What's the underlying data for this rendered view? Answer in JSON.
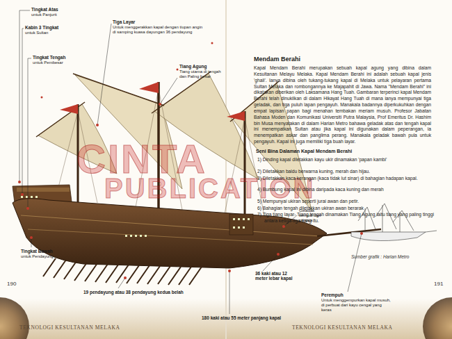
{
  "diagram": {
    "title": "Mendam Berahi",
    "labels": [
      "Tingkat Atas",
      "untuk Panjurit",
      "Kabin 3 Tingkat",
      "untuk Sultan",
      "Tingkat Tengah",
      "untuk Pembesar",
      "Tiga Layar",
      "Untuk menggerakkan kapal dengan tiupan angin di samping kuasa dayungan 36 pendayung",
      "Tiang Agung",
      "Tiang utama di tengah dan Paling besar",
      "Geladak kemudi dan penjaja",
      "Tingkat Bawah",
      "untuk Pendayung",
      "36 kaki atau 12 meter lebar kapal",
      "19 pendayung atau 38 pendayung kedua belah",
      "180 kaki atau 55 meter panjang kapal",
      "Perempuh",
      "Untuk menggempurkan kapal musuh, di perbuat dari kayu cengal yang keras",
      "190",
      "TEKNOLOGI KESULTANAN MELAKA",
      "CINTA",
      "PUBLICATION",
      "Kapal Mendam Berahi merupakan sebuah kapal agung yang dibina dalam Kesultanan Melayu Melaka. Kapal Mendam Berahi ini adalah sebuah kapal jenis 'ghali'. Ianya dibina oleh tukang-tukang kapal di Melaka untuk pelayaran pertama Sultan Melaka dan rombongannya ke Majapahit di Jawa. Nama \"Mendam Berahi\" ini dikatakan diberikan oleh Laksamana Hang Tuah. Gambaran terperinci kapal Mendam Berahi telah dinukilkan di dalam Hikayat Hang Tuah di mana ianya mempunyai tiga geladak, dan tiga puluh lapan pengayuh. Manakala badannya diperkukuhkan dengan empat lapisan papan bagi menahan tembakan meriam musuh. Profesor Jabatan Bahasa Moden dan Komunikasi Universiti Putra Malaysia, Prof Emeritus Dr. Hashim bin Musa menyatakan di dalam Harian Metro bahawa geladak atas dan tengah kapal ini menempatkan Sultan atau jika kapal ini digunakan dalam peperangan, ia menempatkan askar dan panglima perang. Manakala geladak bawah pula untuk pengayuh. Kapal ini juga memiliki tiga buah layar.",
      "Seni Bina Dalaman Kapal Mendam Berahi",
      "1) Dinding kapal diletakkan kayu ukir dinamakan 'papan kambi'",
      "2) Diletakkan baldu berwarna kuning, merah dan hijau.",
      "3) Diletakkan kaca kerangan (kaca tidak lut sinar) di bahagian hadapan kapal.",
      "4) Bumbung kapal ini dibina daripada kaca kuning dan merah",
      "5) Mempunyai ukiran seperti jurai awan dan petir.",
      "6) Bahagian tengah diletakkan ukiran awan berarak",
      "7) Tiga tiang layar- Tiang tengah dinamakan Tiang Agung iaitu tiang yang paling tinggi antara ketiga-tiga tiang itu.",
      "Sumber grafik : Harian Metro",
      "191",
      "TEKNOLOGI KESULTANAN MELAKA"
    ]
  }
}
